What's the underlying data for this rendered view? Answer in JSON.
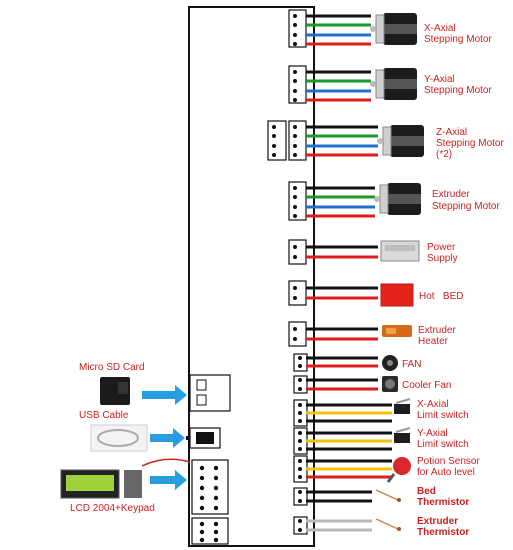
{
  "labels": {
    "x_motor": [
      "X-Axial",
      "Stepping Motor"
    ],
    "y_motor": [
      "Y-Axial",
      "Stepping Motor"
    ],
    "z_motor": [
      "Z-Axial",
      "Stepping Motor",
      "(*2)"
    ],
    "e_motor": [
      "Extruder",
      "Stepping Motor"
    ],
    "power": [
      "Power",
      "Supply"
    ],
    "bed": "Hot   BED",
    "heater": [
      "Extruder",
      "Heater"
    ],
    "fan": "FAN",
    "cooler": "Cooler Fan",
    "x_limit": [
      "X-Axial",
      "Limit switch"
    ],
    "y_limit": [
      "Y-Axial",
      "Limit switch"
    ],
    "probe": [
      "Potion Sensor",
      "for Auto level"
    ],
    "bed_therm": [
      "Bed",
      "Thermistor"
    ],
    "ext_therm": [
      "Extruder",
      "Thermistor"
    ],
    "sd_card": "Micro SD Card",
    "usb": "USB Cable",
    "lcd": "LCD 2004+Keypad"
  },
  "colors": {
    "wire_black": "#111111",
    "wire_green": "#1a9a2a",
    "wire_blue": "#1f6fd0",
    "wire_red": "#e01b1b",
    "wire_yellow": "#f2c200",
    "wire_gray": "#b8b8b8",
    "arrow": "#2a9de0",
    "text": "#d01e1e"
  }
}
